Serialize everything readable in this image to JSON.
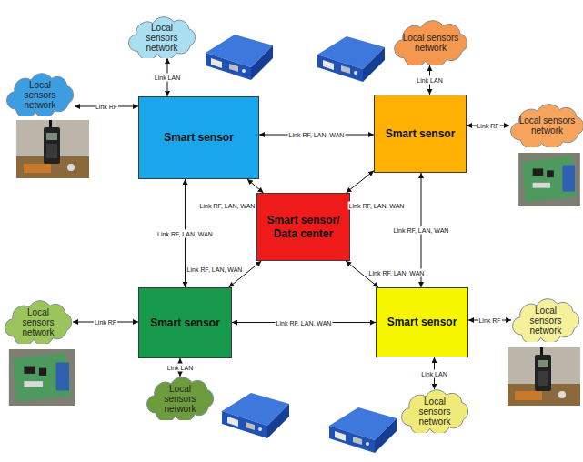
{
  "diagram": {
    "nodes": [
      {
        "text": [
          "Local sensors network"
        ]
      },
      {
        "text": [
          "Local sensors network"
        ]
      },
      {
        "text": [
          "Local sensors network"
        ]
      },
      {
        "text": [
          "Smart sensor"
        ]
      },
      {
        "text": [
          "Smart sensor"
        ]
      },
      {
        "text": [
          "Local sensors network"
        ]
      },
      {
        "text": [
          "Smart sensor/ Data center"
        ]
      },
      {
        "text": [
          "Local sensors network"
        ]
      },
      {
        "text": [
          "Smart sensor"
        ]
      },
      {
        "text": [
          "Smart sensor"
        ]
      },
      {
        "text": [
          "Local sensors network"
        ]
      },
      {
        "text": [
          "Local sensors network"
        ]
      },
      {
        "text": [
          "Local sensors network"
        ]
      }
    ],
    "edges": [
      {
        "from": 3,
        "to": 4,
        "arrow": "both",
        "label": "Link RF, LAN, WAN"
      },
      {
        "from": 3,
        "to": 8,
        "arrow": "both",
        "label": "Link RF, LAN, WAN"
      },
      {
        "from": 4,
        "to": 9,
        "arrow": "both",
        "label": "Link RF, LAN, WAN"
      },
      {
        "from": 8,
        "to": 9,
        "arrow": "both",
        "label": "Link RF, LAN, WAN"
      },
      {
        "from": 3,
        "to": 6,
        "arrow": "both",
        "label": "Link RF, LAN, WAN"
      },
      {
        "from": 4,
        "to": 6,
        "arrow": "both",
        "label": "Link RF, LAN, WAN"
      },
      {
        "from": 8,
        "to": 6,
        "arrow": "both",
        "label": "Link RF, LAN, WAN"
      },
      {
        "from": 9,
        "to": 6,
        "arrow": "both",
        "label": "Link RF, LAN, WAN"
      },
      {
        "from": 0,
        "to": 3,
        "arrow": "both",
        "label": "Link LAN"
      },
      {
        "from": 2,
        "to": 3,
        "arrow": "both",
        "label": "Link RF"
      },
      {
        "from": 1,
        "to": 4,
        "arrow": "both",
        "label": "Link LAN"
      },
      {
        "from": 5,
        "to": 4,
        "arrow": "both",
        "label": "Link RF"
      },
      {
        "from": 7,
        "to": 8,
        "arrow": "both",
        "label": "Link RF"
      },
      {
        "from": 11,
        "to": 8,
        "arrow": "both",
        "label": "Link LAN"
      },
      {
        "from": 10,
        "to": 9,
        "arrow": "both",
        "label": "Link RF"
      },
      {
        "from": 12,
        "to": 9,
        "arrow": "both",
        "label": "Link LAN"
      }
    ]
  }
}
